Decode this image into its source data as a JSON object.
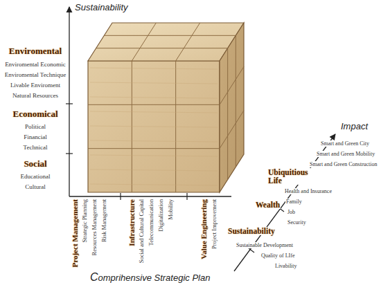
{
  "diagram": {
    "labels": [
      "Sustainability",
      "Enviromental",
      "Enviromental Economic",
      "Enviromental Technique",
      "Livable Enviroment",
      "Natural Resources",
      "Economical",
      "Political",
      "Financial",
      "Technical",
      "Social",
      "Educational",
      "Cultural",
      "Project Management",
      "Strategic Planning",
      "Resources Management",
      "Risk Management",
      "Infrastructure",
      "Social and Cultural Capital",
      "Telecommunication",
      "Digitalization",
      "Mobility",
      "Value Engineering",
      "Project Improvement",
      "Comprihensive Strategic Plan",
      "Impact",
      "Ubiquitious Life",
      "Smart and Green City",
      "Smart and Green Mobility",
      "Smart and Green Construction",
      "Wealth",
      "Health and Insurance",
      "Family",
      "Job",
      "Security",
      "Sustainability",
      "Sustainable Development",
      "Quality of LIfe",
      "Livability"
    ]
  }
}
